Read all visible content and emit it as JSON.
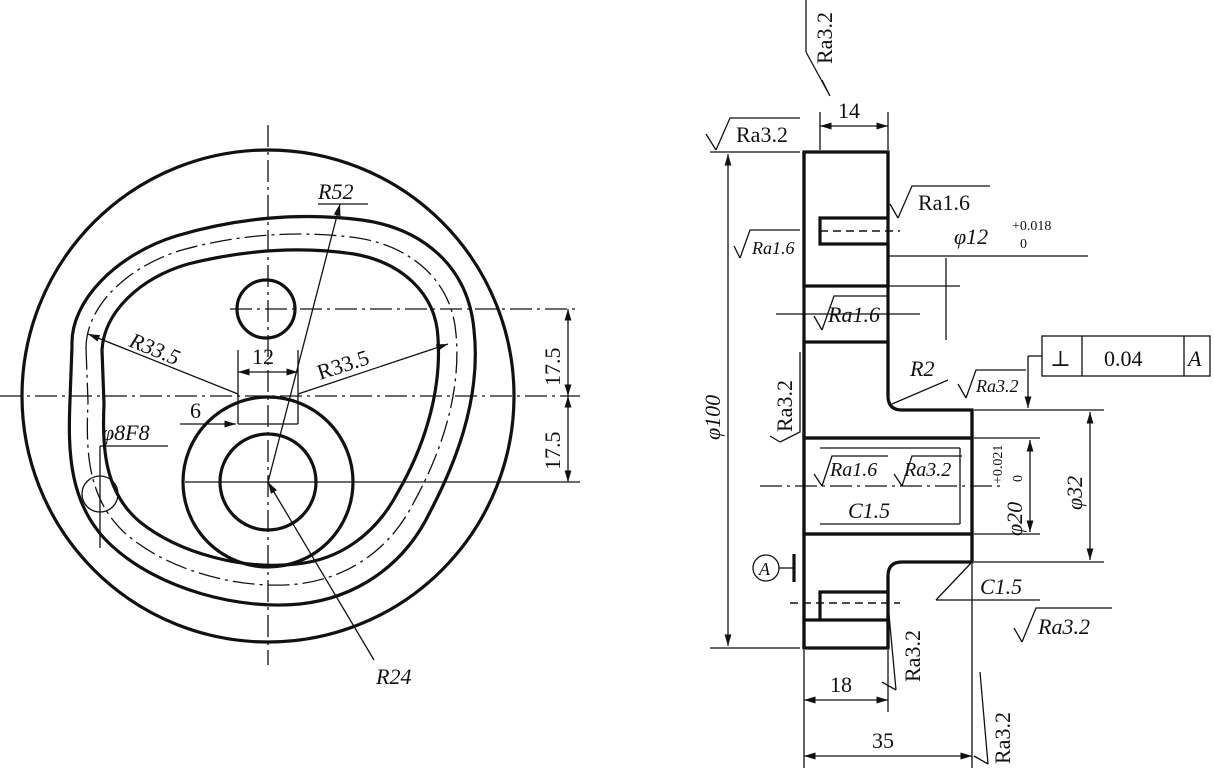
{
  "front_view": {
    "r52": "R52",
    "r33_left": "R33.5",
    "r33_right": "R33.5",
    "dim_12": "12",
    "dim_6": "6",
    "hole": "φ8F8",
    "r24": "R24",
    "dim_17_5_top": "17.5",
    "dim_17_5_bottom": "17.5"
  },
  "section_view": {
    "dim_14": "14",
    "dim_18": "18",
    "dim_35": "35",
    "dia_100": "φ100",
    "dia_32": "φ32",
    "dia_12": "φ12",
    "dia_12_tol_upper": "+0.018",
    "dia_12_tol_lower": "0",
    "dia_20": "φ20",
    "dia_20_tol_upper": "+0.021",
    "dia_20_tol_lower": "0",
    "fillet_r2": "R2",
    "chamfer_inner": "C1.5",
    "chamfer_outer": "C1.5",
    "datum": "A",
    "tolerance_symbol": "⊥",
    "tolerance_value": "0.04",
    "tolerance_datum": "A"
  },
  "roughness": {
    "top_vertical": "Ra3.2",
    "top_left": "Ra3.2",
    "ra16_top_right": "Ra1.6",
    "ra16_left": "Ra1.6",
    "ra16_middle": "Ra1.6",
    "ra32_left_vertical": "Ra3.2",
    "ra32_small": "Ra3.2",
    "ra16_bore": "Ra1.6",
    "ra32_bore": "Ra3.2",
    "ra32_right_low": "Ra3.2",
    "ra32_bottom_mid": "Ra3.2",
    "ra32_bottom_right": "Ra3.2"
  }
}
